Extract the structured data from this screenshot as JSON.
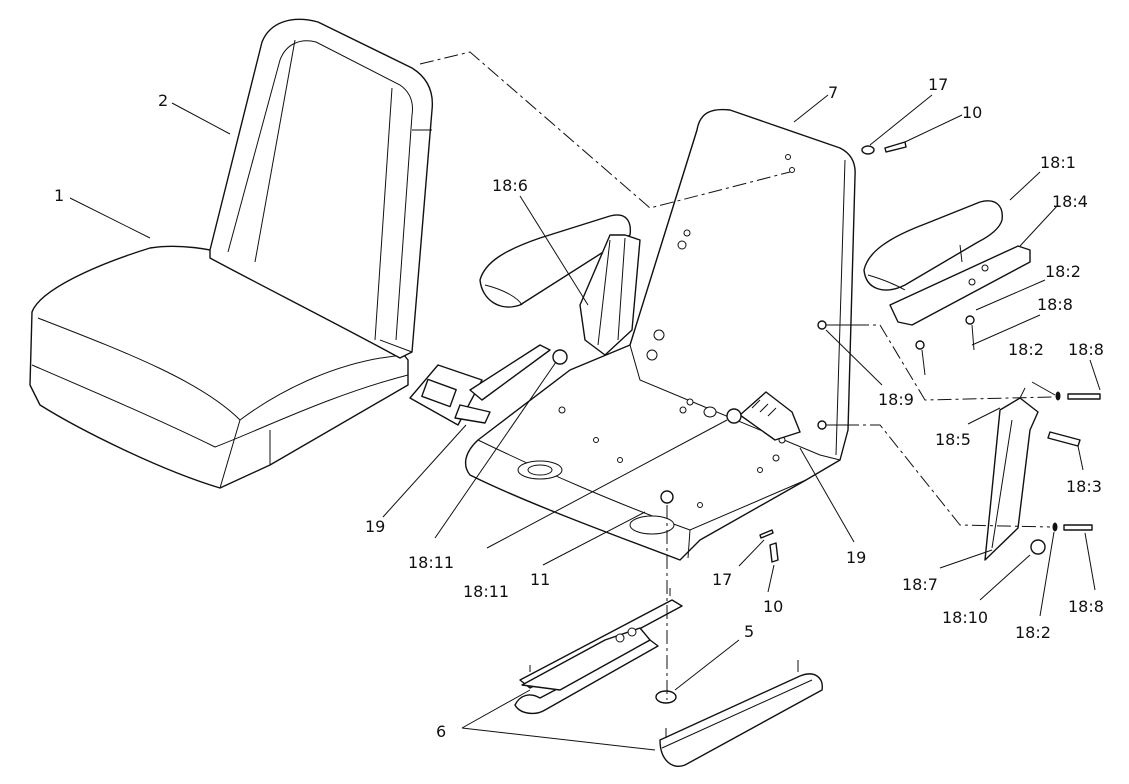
{
  "callouts": [
    {
      "id": "c1",
      "text": "1"
    },
    {
      "id": "c2",
      "text": "2"
    },
    {
      "id": "c3",
      "text": "7"
    },
    {
      "id": "c4",
      "text": "17"
    },
    {
      "id": "c5",
      "text": "10"
    },
    {
      "id": "c6",
      "text": "18:1"
    },
    {
      "id": "c7",
      "text": "18:6"
    },
    {
      "id": "c8",
      "text": "18:4"
    },
    {
      "id": "c9",
      "text": "18:2"
    },
    {
      "id": "c10",
      "text": "18:8"
    },
    {
      "id": "c11",
      "text": "18:2"
    },
    {
      "id": "c12",
      "text": "18:8"
    },
    {
      "id": "c13",
      "text": "18:9"
    },
    {
      "id": "c14",
      "text": "18:5"
    },
    {
      "id": "c15",
      "text": "18:3"
    },
    {
      "id": "c16",
      "text": "19"
    },
    {
      "id": "c17",
      "text": "18:11"
    },
    {
      "id": "c18",
      "text": "18:11"
    },
    {
      "id": "c19",
      "text": "11"
    },
    {
      "id": "c20",
      "text": "19"
    },
    {
      "id": "c21",
      "text": "17"
    },
    {
      "id": "c22",
      "text": "10"
    },
    {
      "id": "c23",
      "text": "18:7"
    },
    {
      "id": "c24",
      "text": "18:10"
    },
    {
      "id": "c25",
      "text": "18:2"
    },
    {
      "id": "c26",
      "text": "18:8"
    },
    {
      "id": "c27",
      "text": "5"
    },
    {
      "id": "c28",
      "text": "6"
    }
  ]
}
